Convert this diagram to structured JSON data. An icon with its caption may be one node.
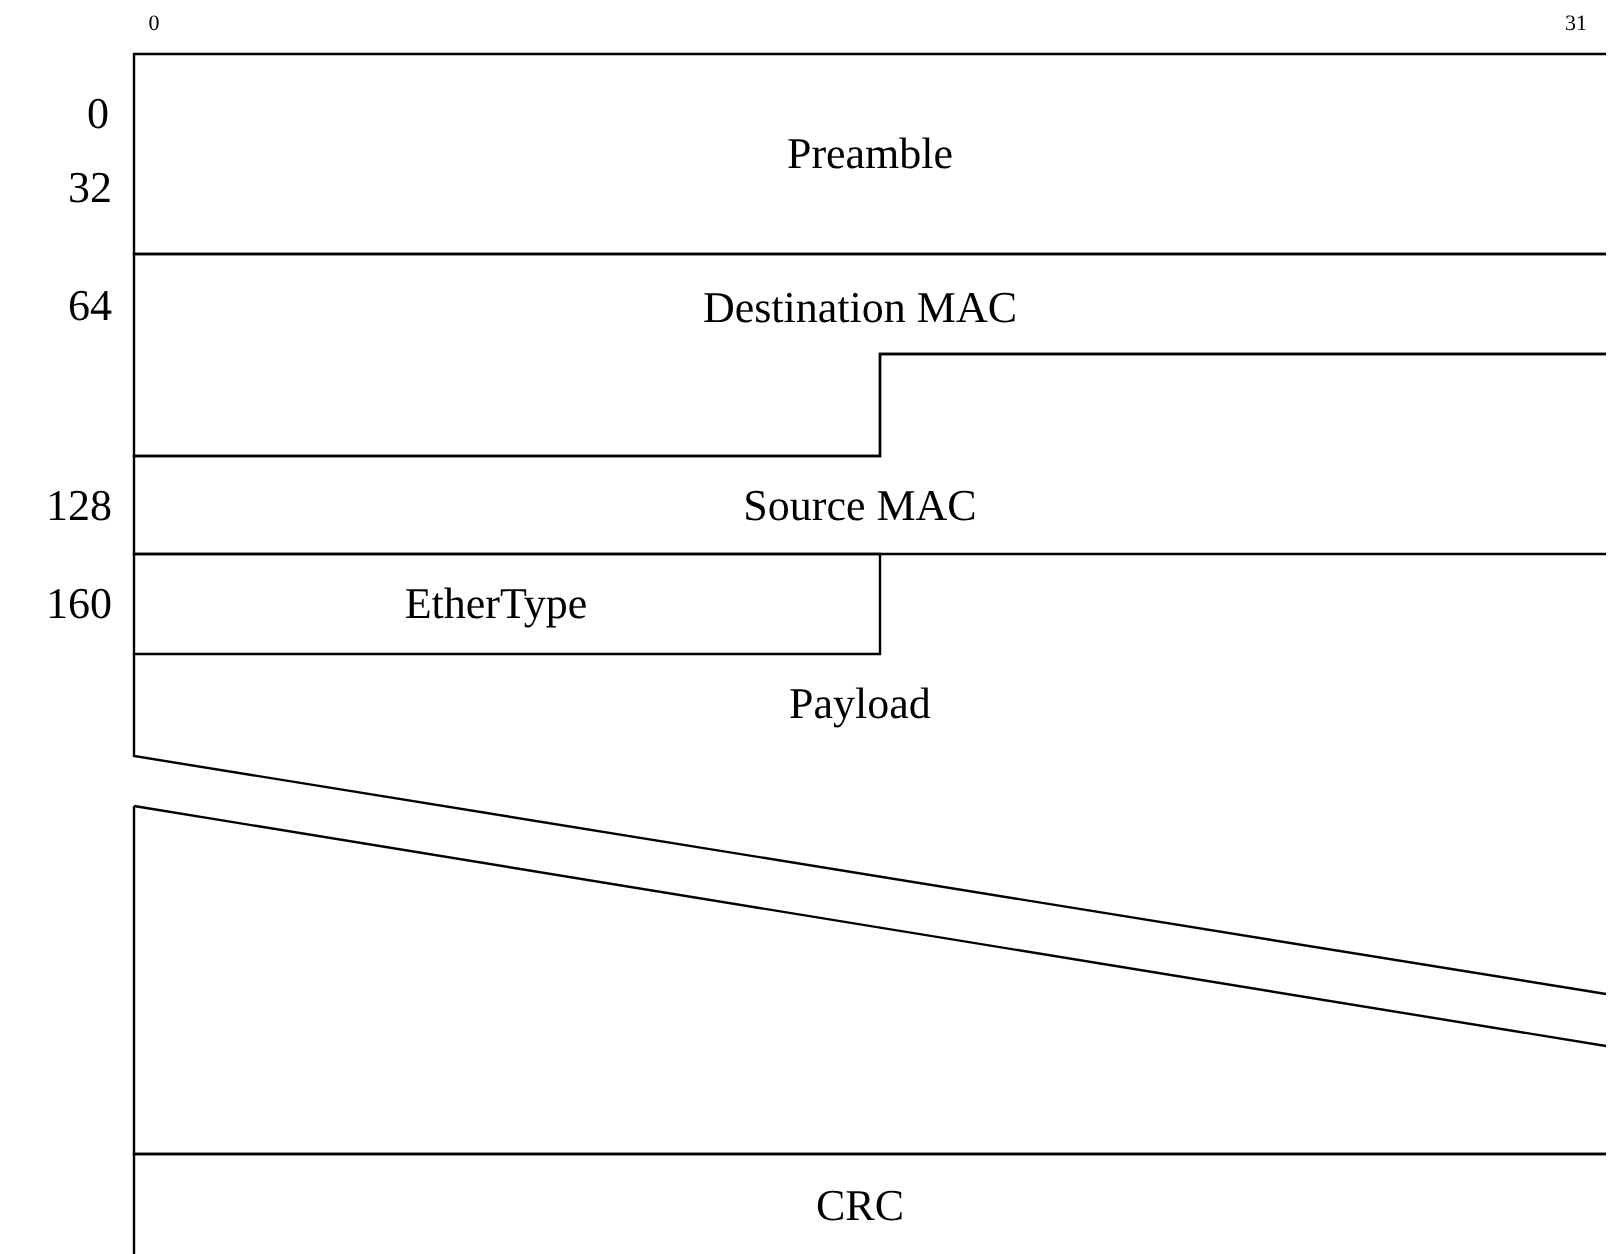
{
  "diagram": {
    "nodes": [
      {
        "text": [
          "Preamble"
        ]
      },
      {
        "text": [
          "Destination MAC"
        ]
      },
      {
        "text": [
          "Source MAC"
        ]
      },
      {
        "text": [
          "EtherType"
        ]
      },
      {
        "text": [
          "Payload"
        ]
      },
      {
        "text": [
          "CRC"
        ]
      }
    ],
    "labels": [
      "0",
      "31",
      "0",
      "32",
      "64",
      "128",
      "160"
    ]
  }
}
